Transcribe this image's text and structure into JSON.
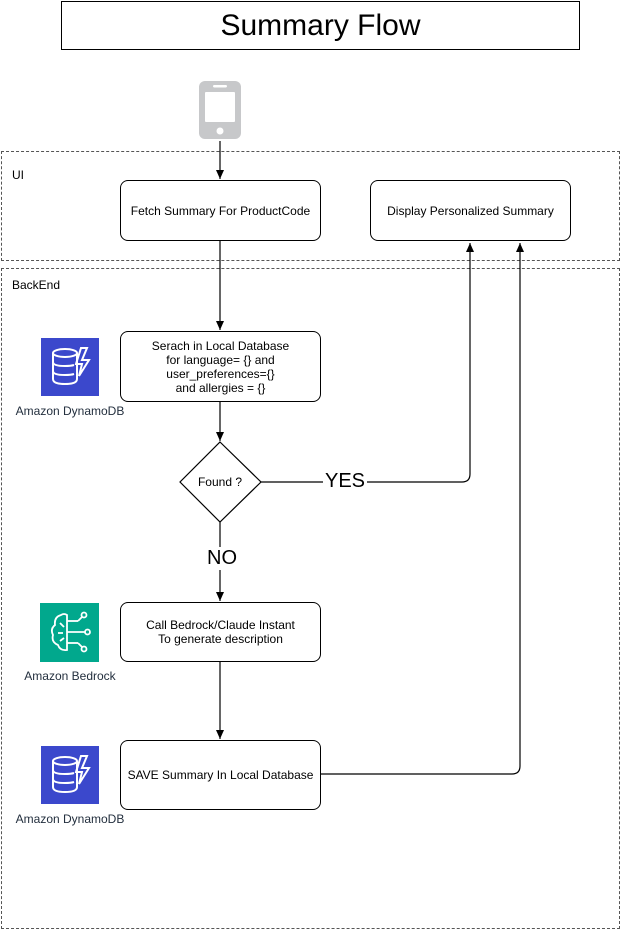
{
  "title": "Summary Flow",
  "lanes": {
    "ui": "UI",
    "backend": "BackEnd"
  },
  "nodes": {
    "fetch": "Fetch Summary For ProductCode",
    "display": "Display Personalized Summary",
    "search": [
      "Serach in Local Database",
      "for language= {} and",
      "user_preferences={}",
      "and allergies = {}"
    ],
    "found": "Found ?",
    "bedrock_call": [
      "Call Bedrock/Claude Instant",
      "To generate description"
    ],
    "save": "SAVE Summary In Local Database"
  },
  "edge_labels": {
    "yes": "YES",
    "no": "NO"
  },
  "services": {
    "dynamo1": "Amazon DynamoDB",
    "bedrock": "Amazon Bedrock",
    "dynamo2": "Amazon DynamoDB"
  },
  "icons": {
    "phone": "mobile-device-icon",
    "dynamodb": "dynamodb-icon",
    "bedrock": "bedrock-icon"
  },
  "colors": {
    "dynamodb": "#3b48cc",
    "bedrock": "#01a88d",
    "phone": "#c7c8ca"
  }
}
